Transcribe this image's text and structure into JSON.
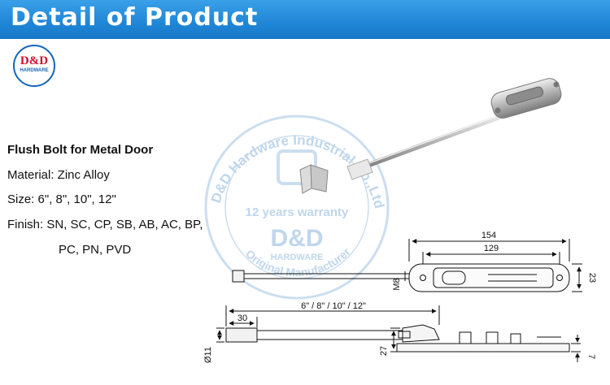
{
  "banner": {
    "title": "Detail of Product"
  },
  "logo": {
    "main": "D&D",
    "sub": "HARDWARE"
  },
  "specs": {
    "title": "Flush Bolt for Metal Door",
    "material": "Material: Zinc Alloy",
    "size": "Size: 6\", 8\", 10\", 12\"",
    "finish_line1": "Finish: SN, SC, CP, SB, AB, AC, BP,",
    "finish_line2": "PC, PN, PVD"
  },
  "watermark": {
    "arc_top": "D&D Hardware Industrial Co.,Ltd",
    "arc_bottom": "Original Manufacturer",
    "warranty": "12 years warranty",
    "brand": "D&D",
    "brand_sub": "HARDWARE"
  },
  "dimensions": {
    "overall_length": "154",
    "slot_length": "129",
    "thread": "M8",
    "plate_height": "23",
    "rod_lengths": "6\" / 8\" / 10\" / 12\"",
    "tip_length": "30",
    "rod_diameter": "Ø11",
    "body_height": "27",
    "plate_thickness": "7"
  },
  "colors": {
    "banner": "#1f86d6",
    "watermark": "#b9d2ea",
    "logo_red": "#c8102e",
    "logo_blue": "#1565b8"
  }
}
